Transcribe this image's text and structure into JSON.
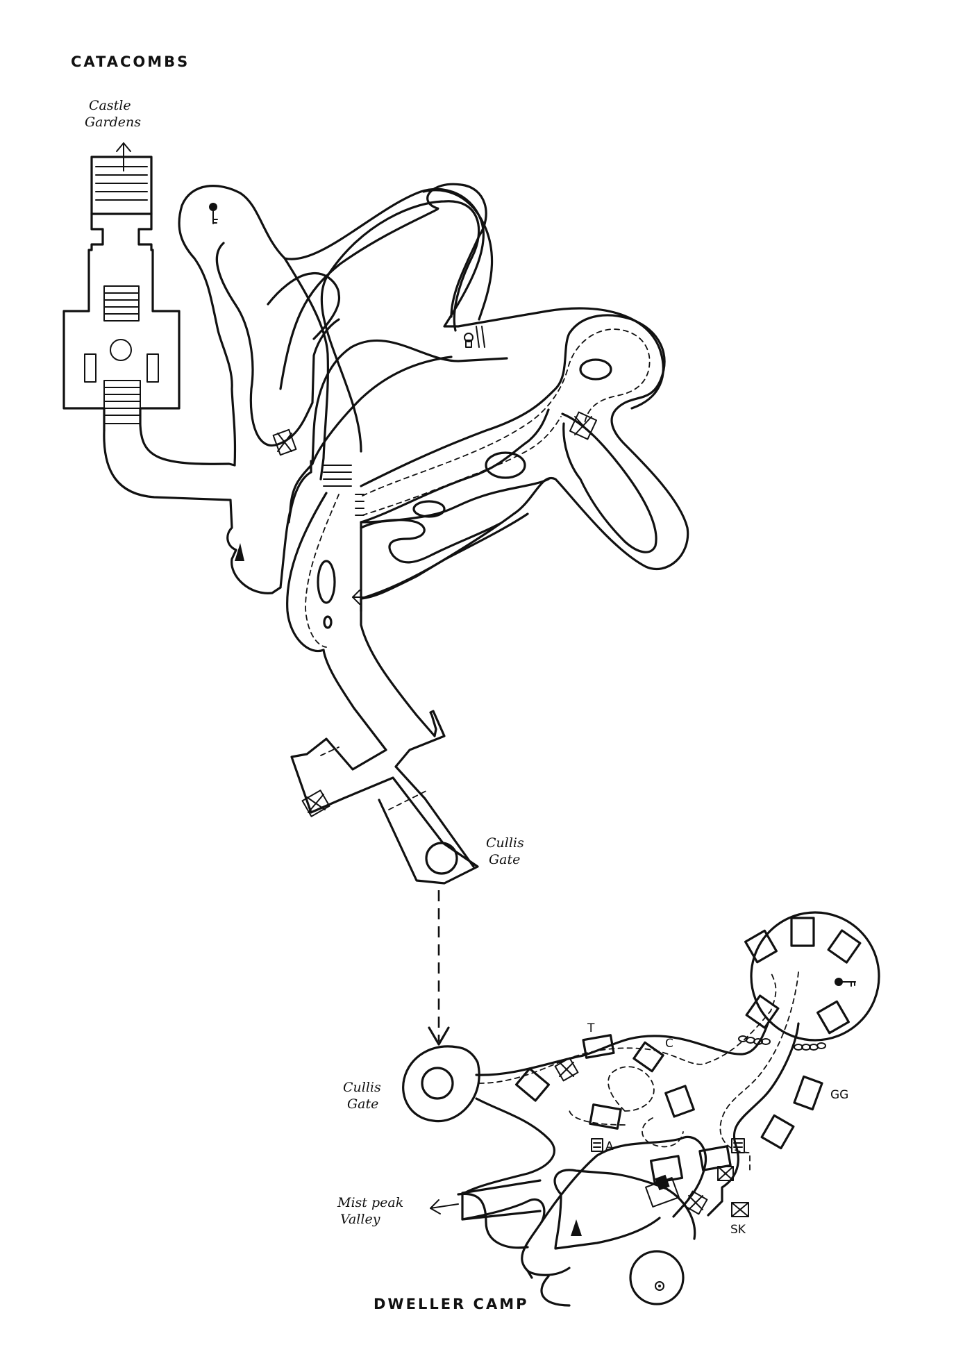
{
  "map": {
    "title_top": "CATACOMBS",
    "title_bottom": "DWELLER CAMP",
    "labels": {
      "castle_gardens_line1": "Castle",
      "castle_gardens_line2": "Gardens",
      "cullis_gate_upper_line1": "Cullis",
      "cullis_gate_upper_line2": "Gate",
      "cullis_gate_lower_line1": "Cullis",
      "cullis_gate_lower_line2": "Gate",
      "mist_peak_line1": "Mist peak",
      "mist_peak_line2": "Valley",
      "tent_T": "T",
      "tent_C": "C",
      "tent_GG": "GG",
      "marker_A": "A",
      "marker_SK": "SK"
    },
    "icons": [
      "key-icon",
      "keyhole-icon",
      "chest-icon",
      "campfire-icon",
      "stairs-icon",
      "arrow-icon",
      "tent-icon",
      "sign-icon",
      "portal-icon",
      "well-icon"
    ],
    "colors": {
      "ink": "#111111",
      "paper": "#ffffff"
    }
  }
}
